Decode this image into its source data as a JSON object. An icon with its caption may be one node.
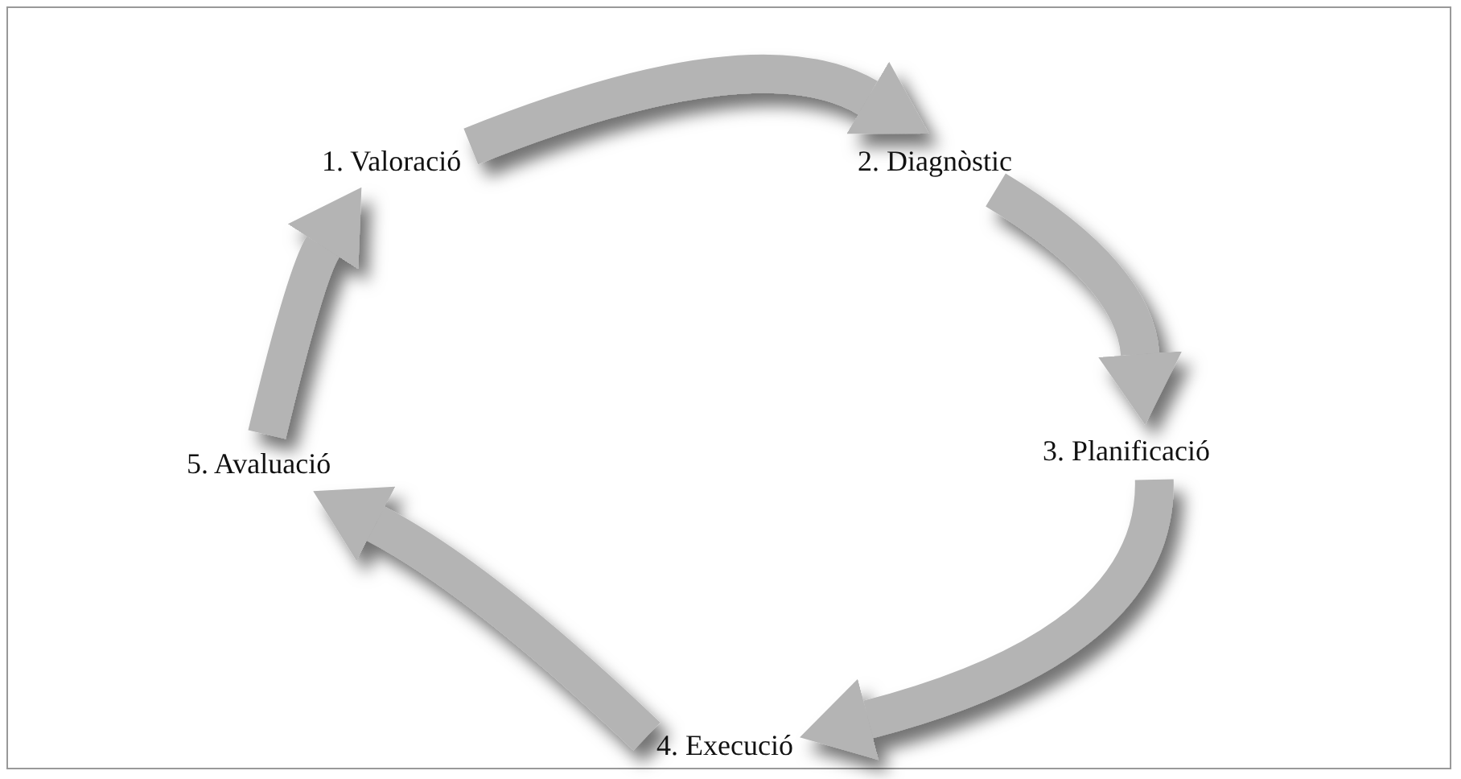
{
  "diagram": {
    "nodes": [
      {
        "text": [
          "1. Valoració"
        ]
      },
      {
        "text": [
          "2. Diagnòstic"
        ]
      },
      {
        "text": [
          "3. Planificació"
        ]
      },
      {
        "text": [
          "4. Execució"
        ]
      },
      {
        "text": [
          "5. Avaluació"
        ]
      }
    ],
    "edges": [
      {
        "from": 0,
        "to": 1,
        "arrow": "to"
      },
      {
        "from": 1,
        "to": 2,
        "arrow": "to"
      },
      {
        "from": 2,
        "to": 3,
        "arrow": "to"
      },
      {
        "from": 3,
        "to": 4,
        "arrow": "to"
      },
      {
        "from": 4,
        "to": 0,
        "arrow": "to"
      }
    ]
  }
}
